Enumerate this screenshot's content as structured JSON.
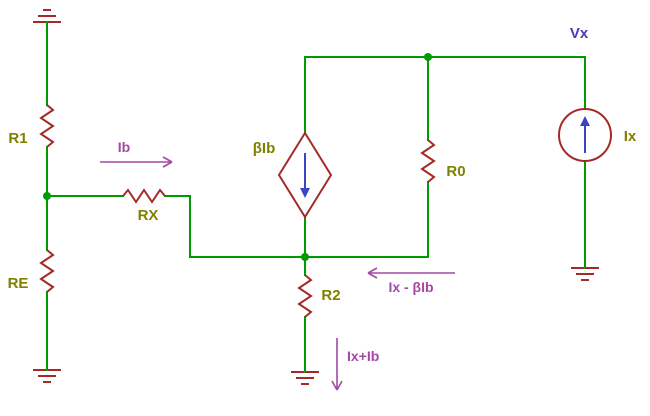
{
  "colors": {
    "wire": "#009B00",
    "component": "#A42A2A",
    "label": "#808000",
    "annotation": "#A349A4",
    "source_arrow": "#3A45C4",
    "vx": "#5039B5"
  },
  "labels": {
    "r1": "R1",
    "re": "RE",
    "rx": "RX",
    "r0": "R0",
    "r2": "R2",
    "dependent_source": "βIb",
    "current_source": "Ix",
    "node_voltage": "Vx",
    "base_current": "Ib",
    "r0_branch_current": "Ix - βIb",
    "r2_branch_current": "Ix+Ib"
  }
}
